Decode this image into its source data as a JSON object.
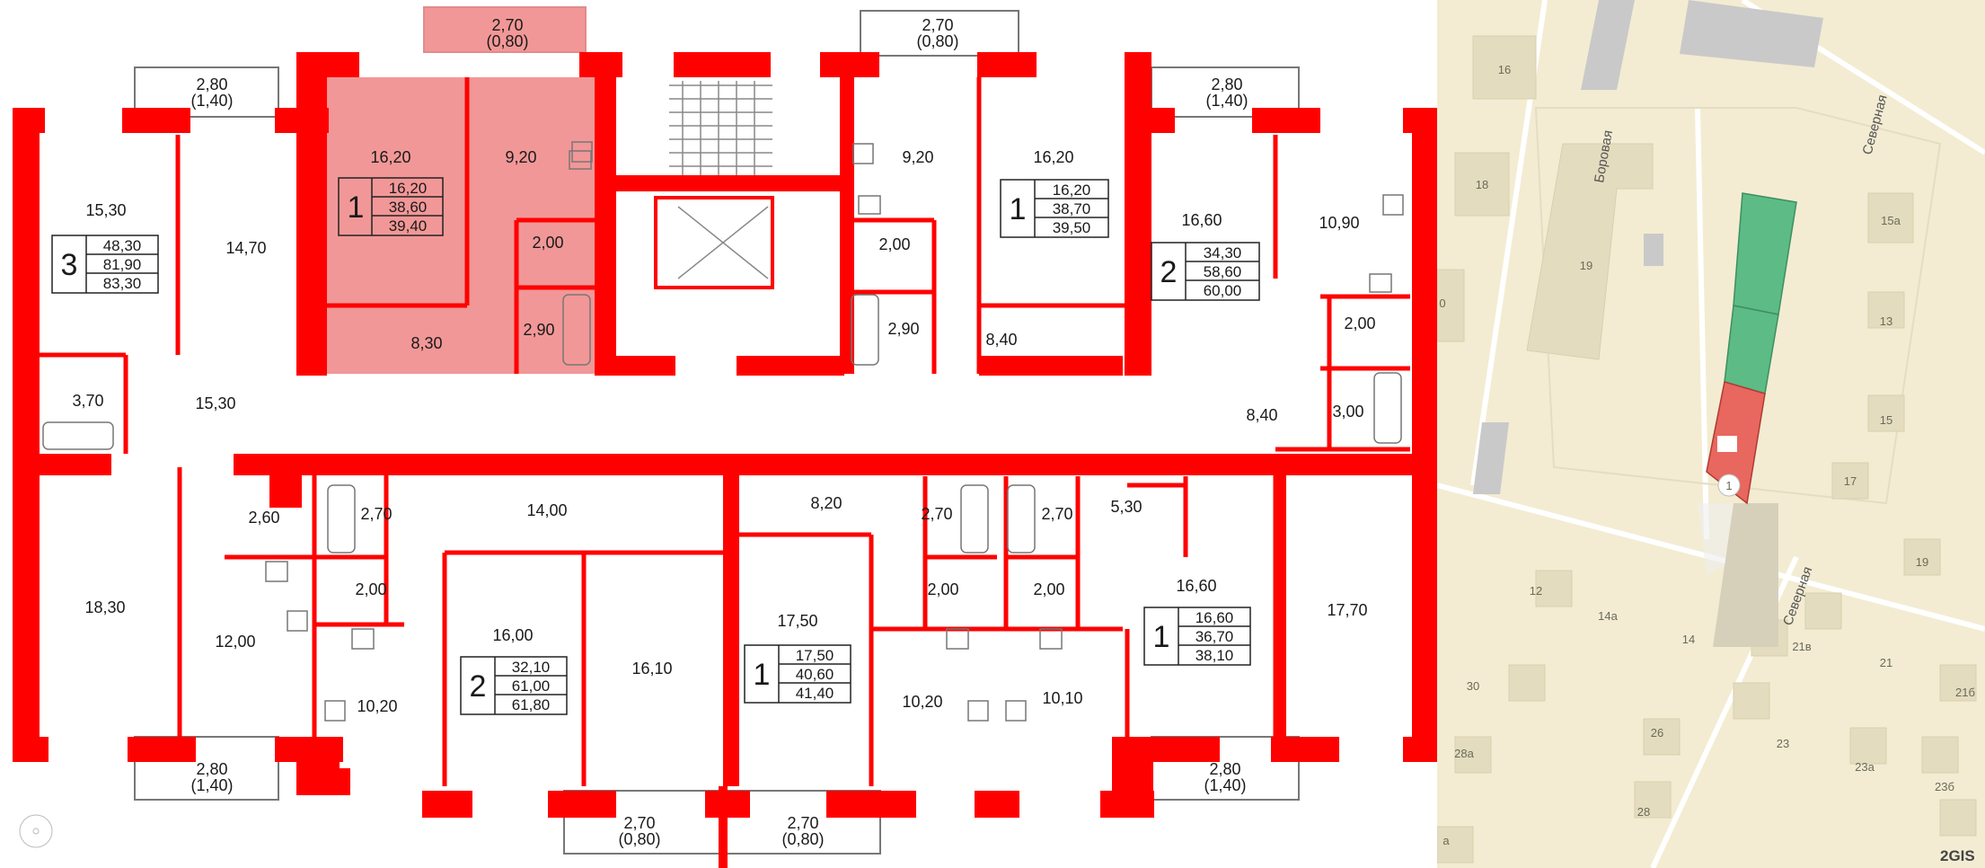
{
  "floor_plan": {
    "balconies": [
      "2,70",
      "(0,80)",
      "2,70",
      "(0,80)",
      "2,80",
      "(1,40)",
      "2,80",
      "(1,40)",
      "2,80",
      "(1,40)",
      "2,80",
      "(1,40)",
      "2,70",
      "(0,80)",
      "2,70",
      "(0,80)"
    ],
    "rooms": [
      "16,20",
      "9,20",
      "2,00",
      "2,90",
      "8,30",
      "15,30",
      "14,70",
      "3,70",
      "15,30",
      "9,20",
      "2,00",
      "2,90",
      "16,20",
      "8,40",
      "16,60",
      "10,90",
      "2,00",
      "3,00",
      "8,40",
      "18,30",
      "2,60",
      "2,70",
      "2,00",
      "12,00",
      "10,20",
      "14,00",
      "16,00",
      "16,10",
      "8,20",
      "17,50",
      "2,70",
      "2,70",
      "2,00",
      "2,00",
      "10,20",
      "10,10",
      "5,30",
      "16,60",
      "17,70"
    ],
    "apartments": [
      {
        "rooms": "1",
        "values": [
          "16,20",
          "38,60",
          "39,40"
        ]
      },
      {
        "rooms": "3",
        "values": [
          "48,30",
          "81,90",
          "83,30"
        ]
      },
      {
        "rooms": "1",
        "values": [
          "16,20",
          "38,70",
          "39,50"
        ]
      },
      {
        "rooms": "2",
        "values": [
          "34,30",
          "58,60",
          "60,00"
        ]
      },
      {
        "rooms": "2",
        "values": [
          "32,10",
          "61,00",
          "61,80"
        ]
      },
      {
        "rooms": "1",
        "values": [
          "17,50",
          "40,60",
          "41,40"
        ]
      },
      {
        "rooms": "1",
        "values": [
          "16,60",
          "36,70",
          "38,10"
        ]
      }
    ],
    "highlight_color": "#f08585",
    "wall_color": "#ff0000"
  },
  "map": {
    "streets": [
      "Боровая",
      "Северная",
      "Северная"
    ],
    "buildings": [
      "16",
      "18",
      "19",
      "0",
      "15а",
      "13",
      "15",
      "17",
      "19",
      "12",
      "14а",
      "14",
      "21в",
      "21",
      "21б",
      "30",
      "26",
      "23",
      "23а",
      "23б",
      "28а",
      "28",
      "а"
    ],
    "marker": "1",
    "logo": "2GIS",
    "colors": {
      "green": "#5dbb86",
      "red": "#e8675e",
      "background": "#f3ecd2"
    }
  }
}
